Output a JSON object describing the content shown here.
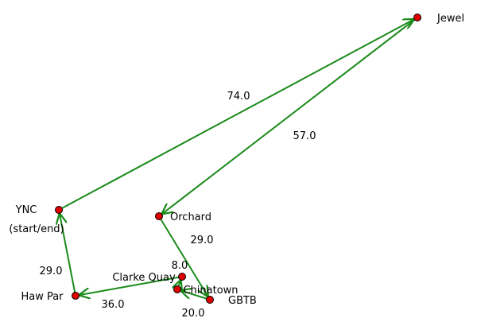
{
  "colors": {
    "edge": "#1a8a1a",
    "node_fill": "#e00000",
    "node_stroke": "#000000",
    "text": "#000000",
    "background": "#ffffff"
  },
  "nodes": [
    {
      "id": "jewel",
      "label": "Jewel"
    },
    {
      "id": "orchard",
      "label": "Orchard"
    },
    {
      "id": "ync",
      "label": "YNC",
      "sublabel": "(start/end)"
    },
    {
      "id": "clarke",
      "label": "Clarke Quay"
    },
    {
      "id": "chinatown",
      "label": "Chinatown"
    },
    {
      "id": "gbtb",
      "label": "GBTB"
    },
    {
      "id": "hawpar",
      "label": "Haw Par"
    }
  ],
  "edges": [
    {
      "from": "ync",
      "to": "jewel",
      "weight": "74.0"
    },
    {
      "from": "jewel",
      "to": "orchard",
      "weight": "57.0"
    },
    {
      "from": "orchard",
      "to": "gbtb",
      "weight": "29.0"
    },
    {
      "from": "gbtb",
      "to": "chinatown",
      "weight": "20.0"
    },
    {
      "from": "chinatown",
      "to": "clarke",
      "weight": "8.0"
    },
    {
      "from": "clarke",
      "to": "hawpar",
      "weight": "36.0"
    },
    {
      "from": "hawpar",
      "to": "ync",
      "weight": "29.0"
    }
  ]
}
